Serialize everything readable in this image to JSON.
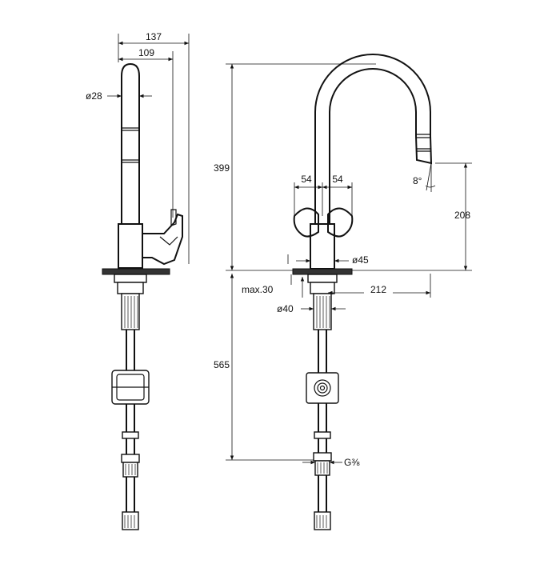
{
  "dimensions": {
    "side_width_total": "137",
    "side_width_spout": "109",
    "side_spout_diameter": "ø28",
    "front_height_total": "399",
    "front_handle_left": "54",
    "front_handle_right": "54",
    "front_spray_angle": "8°",
    "front_spout_drop": "208",
    "front_body_diameter": "ø45",
    "front_max_deck": "max.30",
    "front_reach": "212",
    "front_hole_diameter": "ø40",
    "front_hose_length": "565",
    "front_thread": "G⅜"
  },
  "colors": {
    "line": "#111111",
    "background": "#ffffff",
    "dark_fill": "#333333"
  }
}
